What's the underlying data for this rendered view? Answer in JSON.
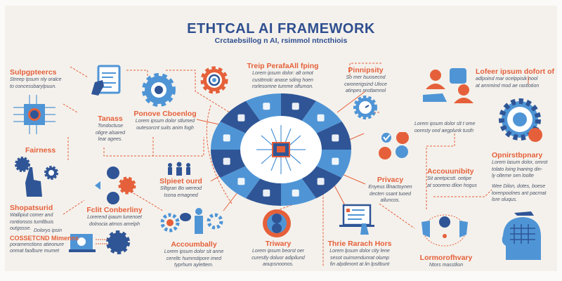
{
  "header": {
    "title": "ETHTCAL AI FRAMEWORK",
    "subtitle": "Crctaebsillog n AI, rsimmol ntncthiois"
  },
  "colors": {
    "blue_dark": "#2f5596",
    "blue_light": "#4f95d6",
    "orange": "#e5603a",
    "bg": "#f4f1ec"
  },
  "sections": [
    {
      "id": "s1",
      "title": "Sulpgpteercs",
      "text": [
        "Streep Ipsum nly oralce",
        "to concessbarylpuun."
      ]
    },
    {
      "id": "s2",
      "title": "Tanass",
      "text": [
        "Tondoctuse",
        "oligre alsared",
        "lear agees."
      ]
    },
    {
      "id": "s3",
      "title": "Ponove Cboenlog",
      "text": [
        "Lorem ipsum dolor stlumed",
        "outesorcnt suits anim fogh"
      ]
    },
    {
      "id": "s4",
      "title": "Treip PerafaAll fping",
      "text": [
        "Lorem ipsum dolor: alt omot",
        "custtmolc anase sding hoen",
        "rorlesomne tumme olfumon."
      ]
    },
    {
      "id": "s5",
      "title": "Pinnipsity",
      "text": [
        "So mer lsuosecnd",
        "cwonerigsind Uloce",
        "atinpes reotlamnol"
      ]
    },
    {
      "id": "s6",
      "title": "Lofeer ipsum dofort of",
      "text": [
        "adlpoind mar ocelppisik nool",
        "at annmind mod ae rastlotion"
      ]
    },
    {
      "id": "s7",
      "title": "",
      "text": [
        "Lorem ipsum dolor slt t ome",
        "ooresty ond aegplunk tusth"
      ]
    },
    {
      "id": "s8",
      "title": "Fairness",
      "text": []
    },
    {
      "id": "s9",
      "title": "Shopatsurid",
      "text": [
        "Wallipiut comer and",
        "rontionsos tumltbuis",
        "outgosse."
      ]
    },
    {
      "id": "s10",
      "title": "COSSETCND",
      "text": [
        "Dolorys ipsin",
        "COSSETCND Mimenns",
        "poramenctions atieonure",
        "onmat faolbure mumet"
      ]
    },
    {
      "id": "s11",
      "title": "Fclit Conberliny",
      "text": [
        "Lorerend ipaum lunenoet",
        "dolnocia atmos amelph"
      ]
    },
    {
      "id": "s12",
      "title": "Slpieet ourd",
      "text": [
        "Slltgran Bo wereod",
        "Isona emagned"
      ]
    },
    {
      "id": "s13",
      "title": "Accoumbally",
      "text": [
        "Lorem ipsum dolor sit anne",
        "cereltc humnstipore imed",
        "typrhum aylettem."
      ]
    },
    {
      "id": "s14",
      "title": "Triwary",
      "text": [
        "Lorem ipsum beorst oer",
        "curestly doluor adipilund",
        "aoupsnoonos."
      ]
    },
    {
      "id": "s15",
      "title": "Privacy",
      "text": [
        "Enyeus lllnactoynen",
        "decten ssant tuoed",
        "alluncos."
      ]
    },
    {
      "id": "s16",
      "title": "Accouunibity",
      "text": [
        "Sit anetpicstt. ontipe",
        "at sooreno dlion hogus"
      ]
    },
    {
      "id": "s17",
      "title": "Opnirstbpnary",
      "text": [
        "Lorem lasum dolor, omrot",
        "tolato loing lnaning din-",
        "ly olteme sen loolte"
      ]
    },
    {
      "id": "s18",
      "title": "",
      "text": [
        "Wee Dilon, dotes, boese",
        "torenpoolnes ant pacrnat",
        "lore oluqus."
      ]
    },
    {
      "id": "s19",
      "title": "Thrie Rarach Hors",
      "text": [
        "Lorem lpsum dolor city lene",
        "sesot ouinsendunrat olump",
        "fin alpdimont at lin lpsitbunt"
      ]
    },
    {
      "id": "s20",
      "title": "Lormorofhvary",
      "text": [
        "Ntors masstlion"
      ]
    }
  ]
}
